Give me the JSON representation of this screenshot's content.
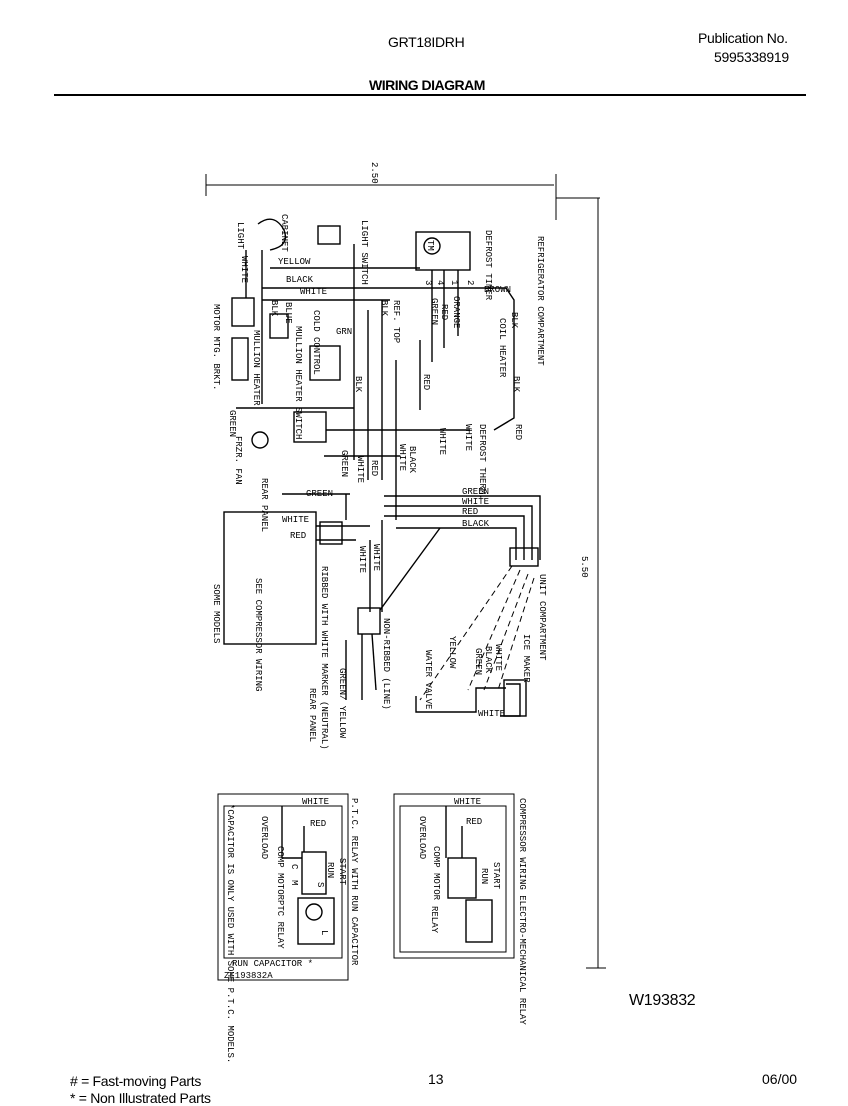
{
  "header": {
    "model": "GRT18IDRH",
    "publication_label": "Publication No.",
    "publication_number": "5995338919",
    "title": "WIRING DIAGRAM"
  },
  "figure_id": "W193832",
  "footer": {
    "legend_fast": "# = Fast-moving Parts",
    "legend_non": "* = Non Illustrated Parts",
    "page": "13",
    "date": "06/00"
  },
  "diagram": {
    "dim_top": "2.50",
    "dim_right": "5.50",
    "refrigerator_compartment": "REFRIGERATOR COMPARTMENT",
    "unit_compartment": "UNIT COMPARTMENT",
    "light": "LIGHT",
    "cabinet_light": "CABINET",
    "light_switch": "LIGHT SWITCH",
    "defrost_timer": "DEFROST TIMER",
    "yellow": "YELLOW",
    "white": "WHITE",
    "black": "BLACK",
    "brown": "BROWN",
    "orange": "ORANGE",
    "green": "GREEN",
    "red": "RED",
    "blk": "BLK",
    "grn": "GRN",
    "blue": "BLUE",
    "ref_top": "REF. TOP",
    "cold_control": "COLD CONTROL",
    "coil_heater": "COIL HEATER",
    "mullion_heater_switch": "MULLION HEATER SWITCH",
    "mullion_heater": "MULLION HEATER",
    "motor_mtg_brkt": "MOTOR MTG. BRKT.",
    "frzr_fan": "FRZR. FAN",
    "defrost_therm": "DEFROST THERM.",
    "rear_panel": "REAR PANEL",
    "see_compressor_wiring": "SEE COMPRESSOR WIRING",
    "some_models": "SOME MODELS",
    "ribbed_white_marker": "RIBBED WITH WHITE MARKER (NEUTRAL)",
    "non_ribbed_line": "NON-RIBBED (LINE)",
    "water_valve": "WATER VALVE",
    "ice_maker": "ICE MAKER",
    "green_yellow": "GREEN/ YELLOW",
    "terminal_1": "1",
    "terminal_2": "2",
    "terminal_3": "3",
    "terminal_4": "4",
    "tm": "TM",
    "ptc_title": "P.T.C. RELAY WITH RUN CAPACITOR",
    "ptc_overload": "OVERLOAD",
    "ptc_comp_motor": "COMP MOTOR",
    "ptc_relay": "PTC RELAY",
    "ptc_start": "START",
    "ptc_run": "RUN",
    "ptc_c": "C",
    "ptc_m": "M",
    "ptc_s": "S",
    "ptc_l": "L",
    "run_capacitor": "RUN CAPACITOR *",
    "capacitor_note": "*CAPACITOR IS ONLY USED WITH SOME P.T.C. MODELS.",
    "zl_id": "ZL193832A",
    "emr_title": "COMPRESSOR WIRING ELECTRO-MECHANICAL RELAY",
    "emr_overload": "OVERLOAD",
    "emr_comp_motor": "COMP MOTOR",
    "emr_relay": "RELAY",
    "emr_start": "START",
    "emr_run": "RUN"
  }
}
